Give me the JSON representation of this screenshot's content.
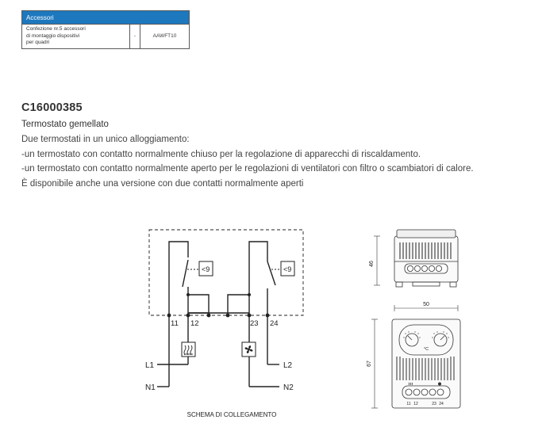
{
  "accessories_table": {
    "header": "Accessori",
    "rows": [
      {
        "description": [
          "Confezione nr.5 accessori",
          "di montaggio dispositivi",
          "per quadri"
        ],
        "dash": "-",
        "code": "AAWFT10"
      }
    ]
  },
  "product": {
    "code": "C16000385",
    "name": "Termostato gemellato",
    "description": [
      "Due termostati in un unico alloggiamento:",
      "-un termostato con contatto normalmente chiuso per la regolazione di apparecchi di riscaldamento.",
      "-un termostato con contatto normalmente aperto per le regolazioni di ventilatori con filtro o scambiatori di calore.",
      "È disponibile anche una versione con due contatti normalmente aperti"
    ]
  },
  "wiring": {
    "caption": "SCHEMA DI COLLEGAMENTO",
    "terminals": [
      "11",
      "12",
      "23",
      "24"
    ],
    "lines": [
      "L1",
      "N1",
      "L2",
      "N2"
    ],
    "thermostat_symbol": "<9"
  },
  "dimensions": {
    "height_top": "46",
    "width": "50",
    "height_front": "67",
    "front_terminals": [
      "11",
      "12",
      "23",
      "24"
    ],
    "dial_mark": "°C"
  }
}
